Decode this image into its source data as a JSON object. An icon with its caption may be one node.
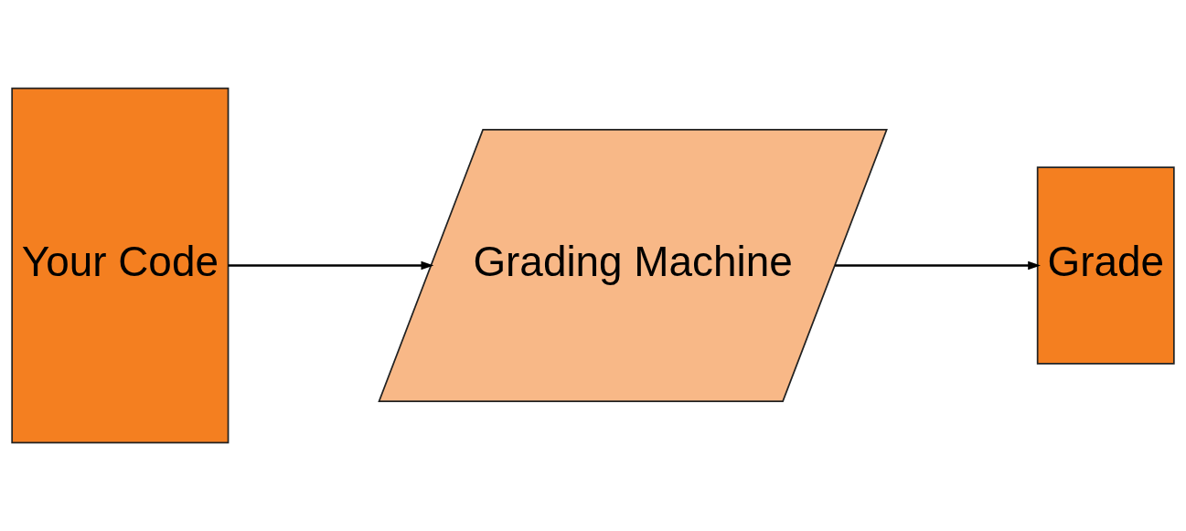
{
  "diagram": {
    "nodes": [
      {
        "text": [
          "Your Code"
        ]
      },
      {
        "text": [
          "Grading Machine"
        ]
      },
      {
        "text": [
          "Grade"
        ]
      }
    ],
    "edges": [
      {
        "from": 0,
        "to": 1,
        "arrow": "to"
      },
      {
        "from": 1,
        "to": 2,
        "arrow": "to"
      }
    ]
  }
}
